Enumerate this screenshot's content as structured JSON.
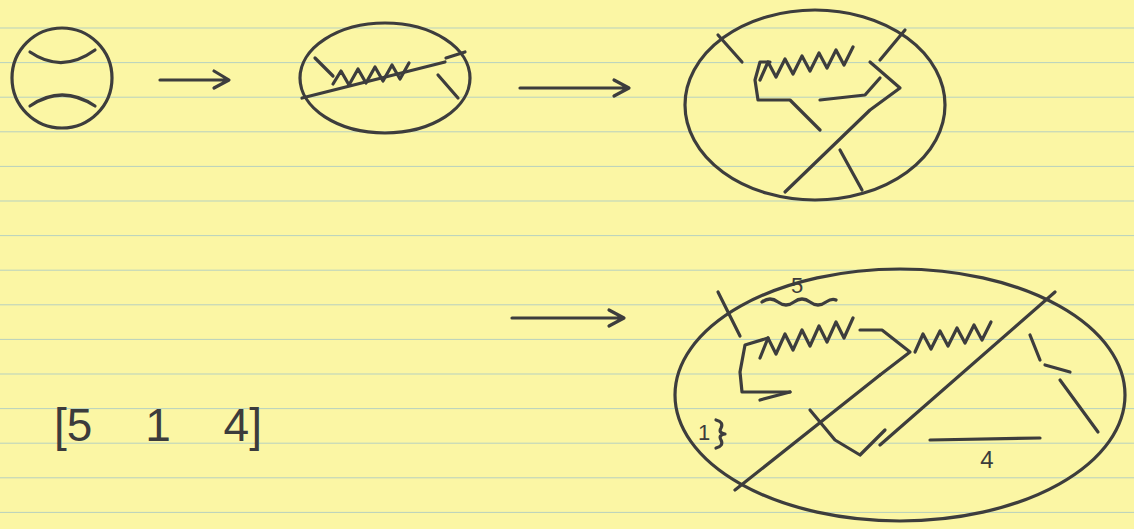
{
  "diagram": {
    "labels": [
      "5",
      "1",
      "4",
      "[5 1 4]"
    ]
  }
}
